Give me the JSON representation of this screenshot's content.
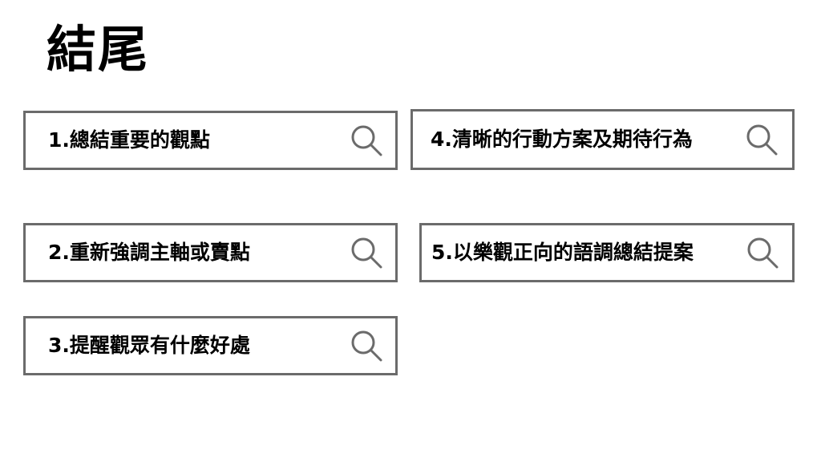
{
  "title": "結尾",
  "items": [
    {
      "label": "1.總結重要的觀點",
      "icon": "search-icon"
    },
    {
      "label": "2.重新強調主軸或賣點",
      "icon": "search-icon"
    },
    {
      "label": "3.提醒觀眾有什麼好處",
      "icon": "search-icon"
    },
    {
      "label": "4.清晰的行動方案及期待行為",
      "icon": "search-icon"
    },
    {
      "label": "5.以樂觀正向的語調總結提案",
      "icon": "search-icon"
    }
  ],
  "colors": {
    "border": "#6b6b6b",
    "text": "#000000",
    "icon": "#6b6b6b",
    "background": "#ffffff"
  }
}
